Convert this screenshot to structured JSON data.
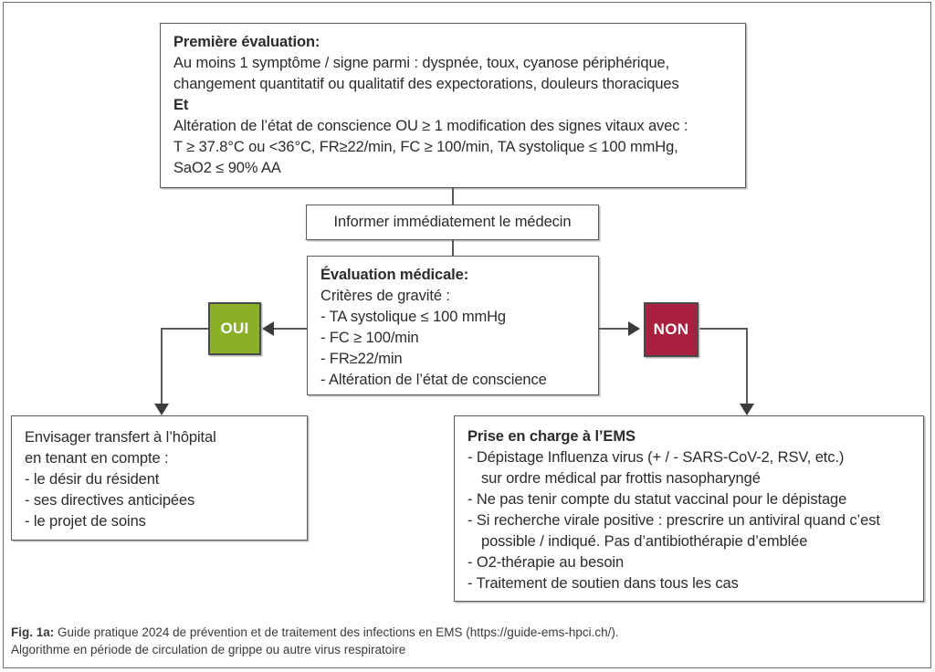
{
  "figure": {
    "boxes": {
      "premiere": {
        "title": "Première évaluation:",
        "lines": [
          "Au moins 1 symptôme / signe parmi : dyspnée, toux, cyanose périphérique,",
          "changement quantitatif ou qualitatif des expectorations, douleurs thoraciques"
        ],
        "connector": "Et",
        "lines2": [
          "Altération de l’état de conscience OU ≥ 1 modification des signes vitaux avec :",
          "T ≥ 37.8°C ou <36°C, FR≥22/min, FC ≥ 100/min, TA systolique ≤ 100 mmHg,",
          "SaO2 ≤ 90% AA"
        ]
      },
      "informer": {
        "label": "Informer immédiatement le médecin"
      },
      "evaluation": {
        "title": "Évaluation médicale:",
        "subtitle": "Critères de gravité :",
        "items": [
          "-  TA systolique ≤ 100 mmHg",
          "-  FC ≥ 100/min",
          "-  FR≥22/min",
          "-  Altération de l’état de conscience"
        ]
      },
      "transfert": {
        "lines": [
          "Envisager transfert à l’hôpital",
          "en tenant en compte :"
        ],
        "items": [
          "-  le désir du résident",
          "-  ses directives anticipées",
          "-  le projet de soins"
        ]
      },
      "prise": {
        "title": "Prise en charge à l’EMS",
        "items": [
          "-  Dépistage Influenza virus (+ / - SARS-CoV-2, RSV, etc.)",
          "sur ordre médical par frottis nasopharyngé",
          "-  Ne pas tenir compte du statut vaccinal pour le dépistage",
          "-  Si recherche virale positive : prescrire un antiviral quand c’est",
          "possible / indiqué. Pas d’antibiothérapie d’emblée",
          "-  O2-thérapie au besoin",
          "-  Traitement de soutien dans tous les cas"
        ]
      }
    },
    "decisions": {
      "yes_label": "OUI",
      "no_label": "NON",
      "yes_color": "#8ab029",
      "no_color": "#a9203e"
    },
    "caption": {
      "fig_label": "Fig. 1a:",
      "line1": " Guide pratique 2024 de prévention et de traitement des infections en EMS (https://guide-ems-hpci.ch/).",
      "line2": "Algorithme en période de circulation de grippe ou autre virus respiratoire"
    }
  }
}
